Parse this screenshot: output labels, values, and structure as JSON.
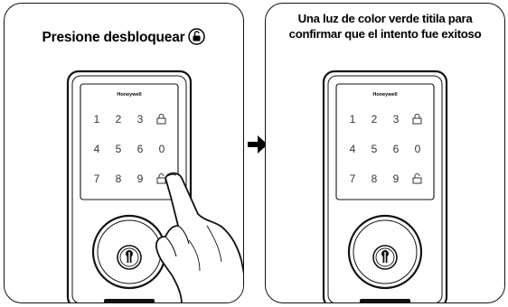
{
  "left_panel": {
    "caption": "Presione desbloquear",
    "icon": "unlock-icon"
  },
  "right_panel": {
    "caption_line1": "Una luz de color verde titila para",
    "caption_line2": "confirmar que el intento fue exitoso"
  },
  "lock": {
    "brand": "Honeywell",
    "keys": [
      "1",
      "2",
      "3",
      "4",
      "5",
      "6",
      "0",
      "7",
      "8",
      "9"
    ]
  },
  "arrow_icon": "right-arrow-icon"
}
